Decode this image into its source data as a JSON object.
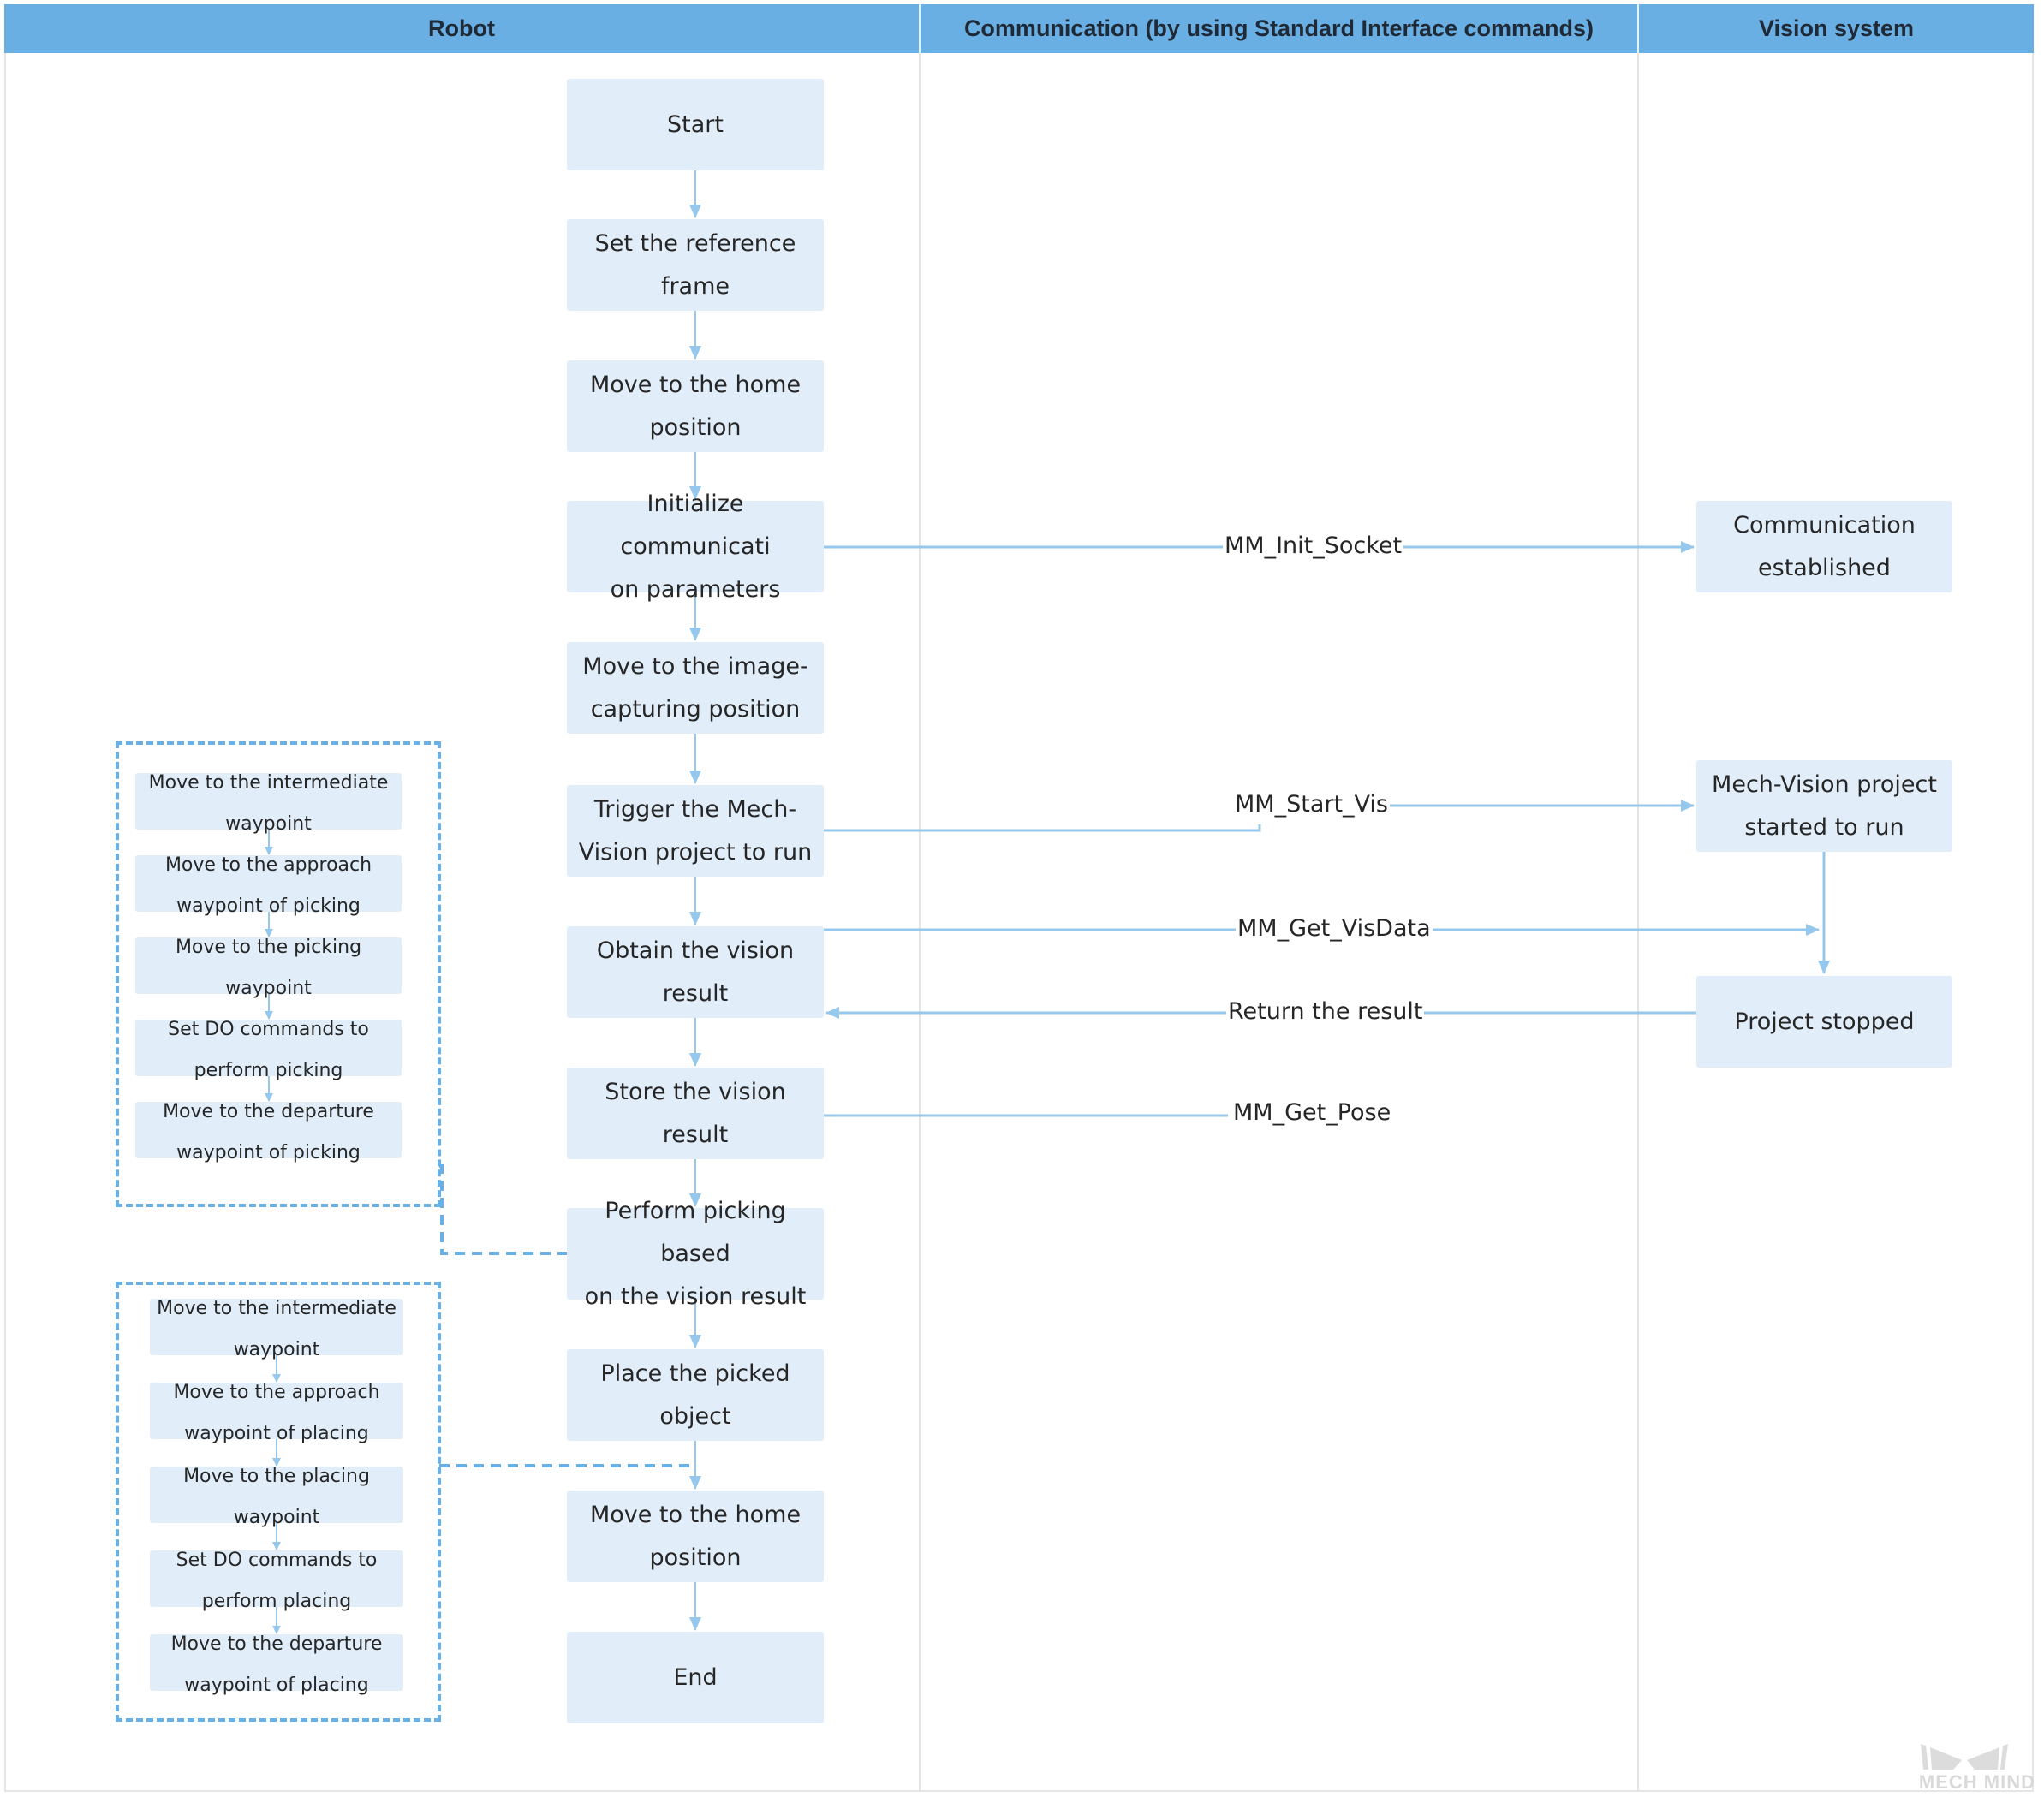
{
  "lanes": [
    {
      "title": "Robot"
    },
    {
      "title": "Communication (by using Standard Interface commands)"
    },
    {
      "title": "Vision system"
    }
  ],
  "robot_steps": [
    "Start",
    "Set the reference frame",
    "Move to the home position",
    "Initialize communication parameters",
    "Move to the image-capturing position",
    "Trigger the Mech-Vision project to run",
    "Obtain the vision result",
    "Store the vision result",
    "Perform picking based on the vision result",
    "Place the picked object",
    "Move to the home position",
    "End"
  ],
  "robot_steps_display": [
    [
      "Start"
    ],
    [
      "Set the reference",
      "frame"
    ],
    [
      "Move to the home",
      "position"
    ],
    [
      "Initialize communicati",
      "on parameters"
    ],
    [
      "Move to the image-",
      "capturing position"
    ],
    [
      "Trigger the Mech-",
      "Vision project to run"
    ],
    [
      "Obtain the vision",
      "result"
    ],
    [
      "Store the vision result"
    ],
    [
      "Perform picking based",
      "on the vision result"
    ],
    [
      "Place the picked",
      "object"
    ],
    [
      "Move to the home",
      "position"
    ],
    [
      "End"
    ]
  ],
  "vision_steps": [
    [
      "Communication",
      "established"
    ],
    [
      "Mech-Vision project",
      "started to run"
    ],
    [
      "Project stopped"
    ]
  ],
  "commands": [
    {
      "label": "MM_Init_Socket",
      "from": "Initialize communication parameters",
      "to": "Communication established"
    },
    {
      "label": "MM_Start_Vis",
      "from": "Trigger the Mech-Vision project to run",
      "to": "Mech-Vision project started to run"
    },
    {
      "label": "MM_Get_VisData",
      "from": "Obtain the vision result",
      "to": "Project stopped"
    },
    {
      "label": "Return the result",
      "from": "Project stopped",
      "to": "Obtain the vision result"
    },
    {
      "label": "MM_Get_Pose",
      "from": "Store the vision result",
      "to": ""
    }
  ],
  "picking_substeps": [
    [
      "Move to the intermediate",
      "waypoint"
    ],
    [
      "Move to the approach",
      "waypoint of picking"
    ],
    [
      "Move to the picking",
      "waypoint"
    ],
    [
      "Set DO commands to",
      "perform picking"
    ],
    [
      "Move to the departure",
      "waypoint of picking"
    ]
  ],
  "placing_substeps": [
    [
      "Move to the intermediate",
      "waypoint"
    ],
    [
      "Move to the approach",
      "waypoint of placing"
    ],
    [
      "Move to the placing",
      "waypoint"
    ],
    [
      "Set DO commands to",
      "perform placing"
    ],
    [
      "Move to the departure",
      "waypoint of placing"
    ]
  ],
  "colors": {
    "header": "#6aafe3",
    "node_fill": "#e1eefa",
    "connector": "#95c8ec",
    "group_border": "#69b0e6"
  },
  "watermark": "MECH MIND"
}
